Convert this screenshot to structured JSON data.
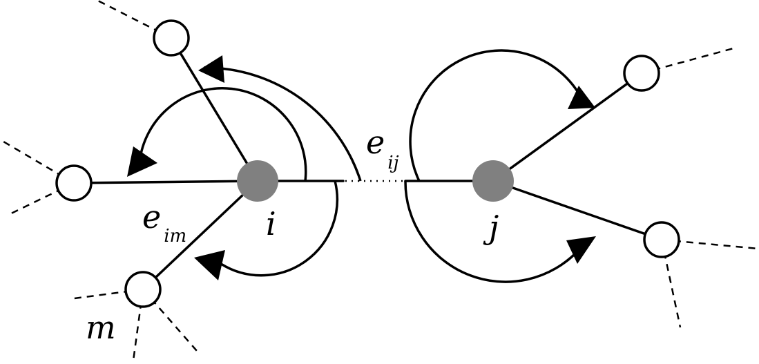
{
  "labels": {
    "node_i": "i",
    "node_j": "j",
    "node_m": "m",
    "edge_ij": {
      "base": "e",
      "sub": "ij"
    },
    "edge_im": {
      "base": "e",
      "sub": "im"
    }
  },
  "colors": {
    "center_node": "#808080",
    "outer_node_fill": "#ffffff",
    "stroke": "#000000"
  }
}
